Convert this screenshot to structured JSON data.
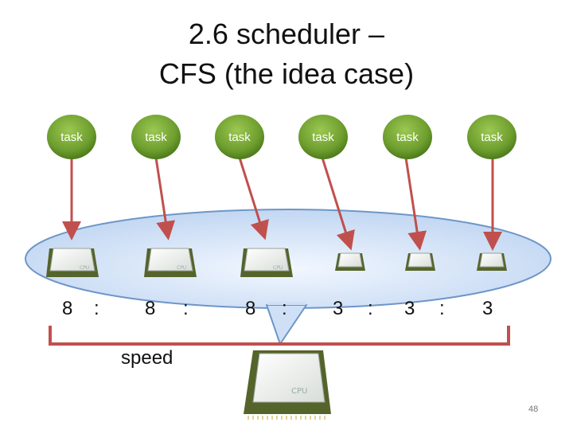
{
  "slide": {
    "title_line1": "2.6 scheduler – ",
    "title_line2": "CFS (the idea case)",
    "task_label": "task",
    "tasks": [
      "task",
      "task",
      "task",
      "task",
      "task",
      "task"
    ],
    "ratios": [
      "8 :",
      "8 :",
      "8 :",
      "3 :",
      "3 :",
      "3"
    ],
    "speed_label": "speed",
    "page_number": "48",
    "colors": {
      "task_fill": "#6e9e2e",
      "arrow": "#c0504d",
      "ellipse_fill": "#cfe0f6",
      "ellipse_stroke": "#6e96c8",
      "bracket": "#c0504d"
    },
    "icons": [
      "cpu-chip-icon"
    ]
  }
}
